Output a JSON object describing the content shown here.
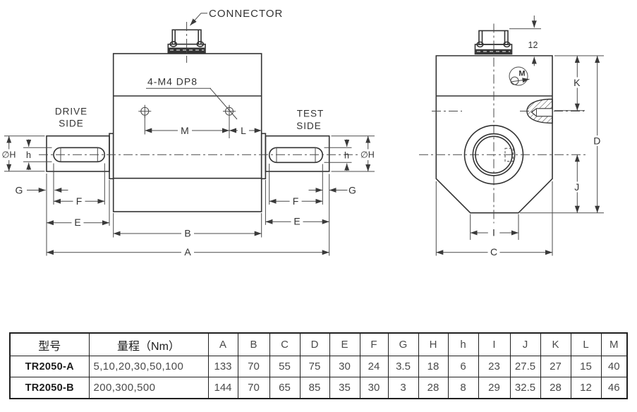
{
  "drawing": {
    "connector_label": "CONNECTOR",
    "thread_note": "4-M4 DP8",
    "drive_side": [
      "DRIVE",
      "SIDE"
    ],
    "test_side": [
      "TEST",
      "SIDE"
    ],
    "moment_symbol": "M",
    "dims": {
      "shaft_dia": "∅H",
      "key_h": "h",
      "g": "G",
      "f": "F",
      "e": "E",
      "b": "B",
      "a": "A",
      "m": "M",
      "l": "L",
      "conn_h": "12",
      "k": "K",
      "d": "D",
      "j": "J",
      "i": "I",
      "c": "C"
    }
  },
  "colors": {
    "line": "#333333",
    "thin_line": "#4a4a4a",
    "table_border": "#1f1f1f",
    "connector_band": "#333333"
  },
  "table": {
    "model_header": "型号",
    "range_header": "量程（Nm）",
    "dim_headers": [
      "A",
      "B",
      "C",
      "D",
      "E",
      "F",
      "G",
      "H",
      "h",
      "I",
      "J",
      "K",
      "L",
      "M"
    ],
    "rows": [
      {
        "model": "TR2050-A",
        "range": "5,10,20,30,50,100",
        "values": [
          "133",
          "70",
          "55",
          "75",
          "30",
          "24",
          "3.5",
          "18",
          "6",
          "23",
          "27.5",
          "27",
          "15",
          "40"
        ]
      },
      {
        "model": "TR2050-B",
        "range": "200,300,500",
        "values": [
          "144",
          "70",
          "65",
          "85",
          "35",
          "30",
          "3",
          "28",
          "8",
          "29",
          "32.5",
          "28",
          "12",
          "46"
        ]
      }
    ]
  }
}
